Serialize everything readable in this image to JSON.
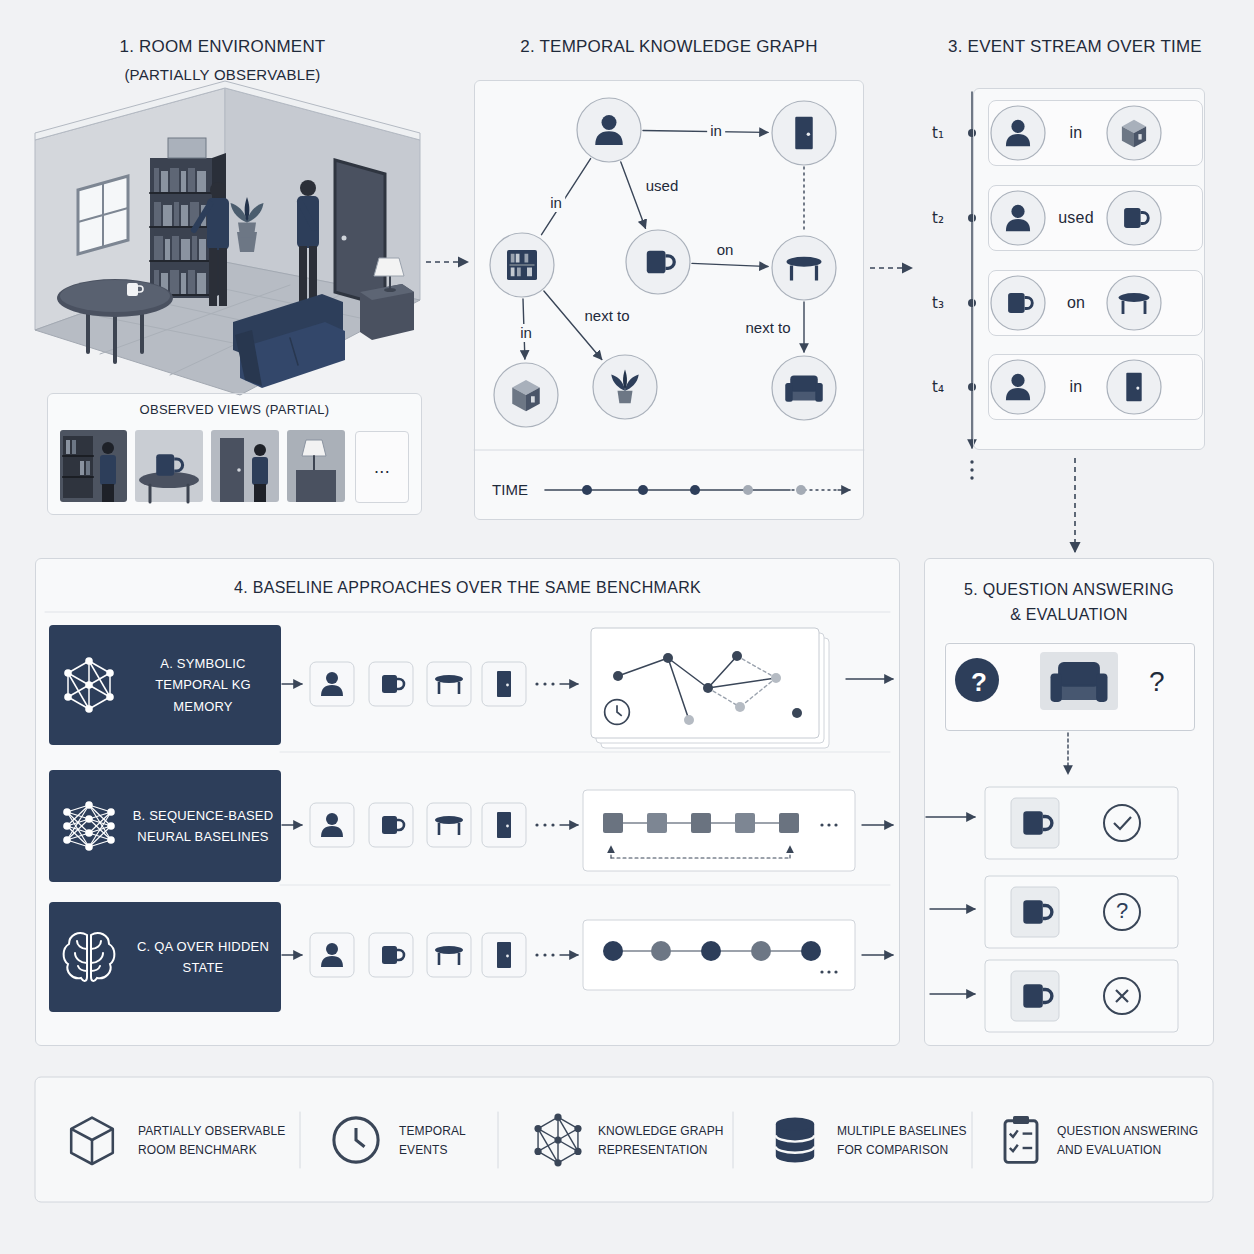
{
  "diagram": {
    "nodes": [
      {
        "text": [
          "1. ROOM ENVIRONMENT",
          "(PARTIALLY OBSERVABLE)"
        ]
      },
      {
        "text": [
          "OBSERVED VIEWS (PARTIAL)"
        ],
        "in": 0
      },
      {
        "text": [
          "..."
        ],
        "in": 1
      },
      {
        "text": [
          "2. TEMPORAL KNOWLEDGE GRAPH"
        ]
      },
      {
        "text": [
          "3. EVENT STREAM OVER TIME"
        ]
      },
      {
        "text": [
          "in"
        ],
        "in": 4
      },
      {
        "text": [
          "used"
        ],
        "in": 4
      },
      {
        "text": [
          "on"
        ],
        "in": 4
      },
      {
        "text": [
          "in"
        ],
        "in": 4
      },
      {
        "text": [
          "4. BASELINE APPROACHES OVER THE SAME BENCHMARK"
        ]
      },
      {
        "text": [
          "A. SYMBOLIC TEMPORAL KG MEMORY"
        ],
        "in": 9
      },
      {
        "text": [
          "B. SEQUENCE-BASED NEURAL BASELINES"
        ],
        "in": 9
      },
      {
        "text": [
          "C. QA OVER HIDDEN STATE"
        ],
        "in": 9
      },
      {
        "text": [
          "5. QUESTION ANSWERING & EVALUATION"
        ]
      },
      {
        "text": [
          "?",
          "?"
        ],
        "in": 13
      }
    ],
    "edges": [
      {
        "from": 0,
        "to": 3,
        "arrow": "to"
      },
      {
        "from": 3,
        "to": 4,
        "arrow": "to"
      },
      {
        "from": 4,
        "to": 13,
        "arrow": "to"
      }
    ],
    "labels": [
      "in",
      "used",
      "in",
      "on",
      "next to",
      "in",
      "next to",
      "TIME",
      "t₁",
      "t₂",
      "t₃",
      "t₄",
      "?"
    ],
    "legend": [
      {
        "text": "PARTIALLY OBSERVABLE ROOM BENCHMARK"
      },
      {
        "text": "TEMPORAL EVENTS"
      },
      {
        "text": "KNOWLEDGE GRAPH REPRESENTATION"
      },
      {
        "text": "MULTIPLE BASELINES FOR COMPARISON"
      },
      {
        "text": "QUESTION ANSWERING AND EVALUATION"
      }
    ]
  }
}
